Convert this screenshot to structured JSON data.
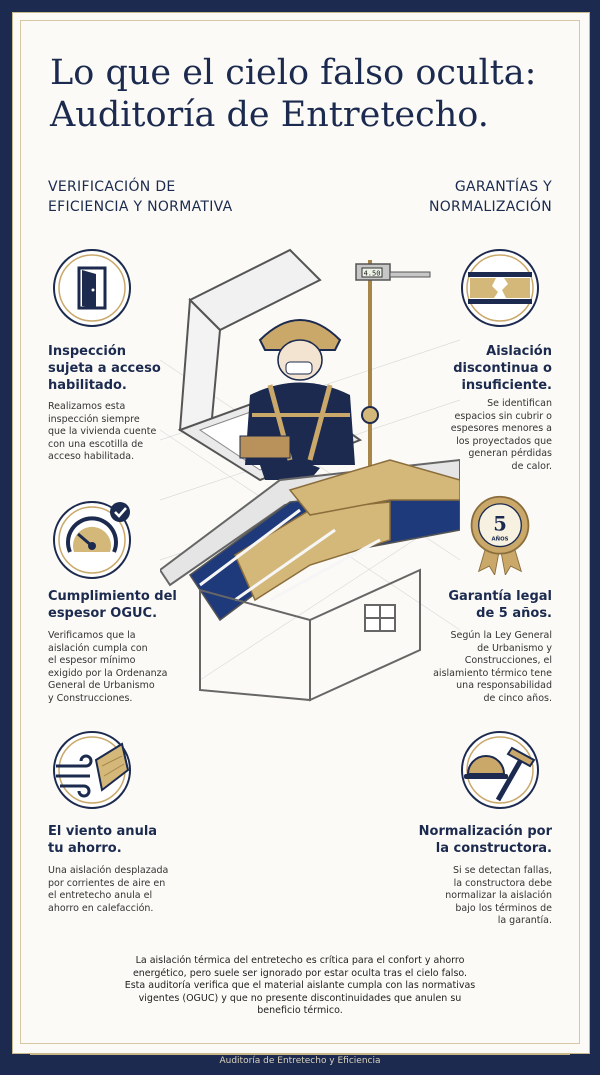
{
  "title": {
    "line1": "Lo que el cielo falso oculta:",
    "line2": "Auditoría de Entretecho."
  },
  "left_heading": {
    "line1": "VERIFICACIÓN DE",
    "line2": "EFICIENCIA Y NORMATIVA"
  },
  "right_heading": {
    "line1": "GARANTÍAS Y",
    "line2": "NORMALIZACIÓN"
  },
  "features_left": [
    {
      "icon": "door-access-icon",
      "title": [
        "Inspección",
        "sujeta a acceso",
        "habilitado."
      ],
      "text": [
        "Realizamos esta",
        "inspección siempre",
        "que la vivienda cuente",
        "con una escotilla de",
        "acceso habilitada."
      ]
    },
    {
      "icon": "gauge-check-icon",
      "title": [
        "Cumplimiento del",
        "espesor OGUC."
      ],
      "text": [
        "Verificamos que la",
        "aislación cumpla con",
        "el espesor mínimo",
        "exigido por la Ordenanza",
        "General de Urbanismo",
        "y Construcciones."
      ]
    },
    {
      "icon": "wind-insulation-icon",
      "title": [
        "El viento anula",
        "tu ahorro."
      ],
      "text": [
        "Una aislación desplazada",
        "por corrientes de aire en",
        "el entretecho anula el",
        "ahorro en calefacción."
      ]
    }
  ],
  "features_right": [
    {
      "icon": "broken-insulation-icon",
      "title": [
        "Aislación",
        "discontinua o",
        "insuficiente."
      ],
      "text": [
        "Se identifican",
        "espacios sin cubrir o",
        "espesores menores a",
        "los proyectados que",
        "generan pérdidas",
        "de calor."
      ]
    },
    {
      "icon": "warranty-badge-icon",
      "badge_number": "5",
      "badge_label": "AÑOS",
      "title": [
        "Garantía legal",
        "de 5 años."
      ],
      "text": [
        "Según la Ley General",
        "de Urbanismo y",
        "Construcciones, el",
        "aislamiento térmico tene",
        "una responsabilidad",
        "de cinco años."
      ]
    },
    {
      "icon": "helmet-hammer-icon",
      "title": [
        "Normalización por",
        "la constructora."
      ],
      "text": [
        "Si se detectan fallas,",
        "la constructora debe",
        "normalizar la aislación",
        "bajo los términos de",
        "la garantía."
      ]
    }
  ],
  "caliper_readout": "4.50",
  "summary": [
    "La aislación térmica del entretecho es crítica para el confort y ahorro",
    "energético, pero suele ser ignorado por estar oculta tras el cielo falso.",
    "Esta auditoría verifica que el material aislante cumpla con las normativas",
    "vigentes (OGUC) y que no presente discontinuidades que anulen su",
    "beneficio térmico."
  ],
  "footer": "Auditoría de Entretecho y Eficiencia",
  "colors": {
    "navy": "#1b2a4e",
    "gold": "#c9a86a",
    "insulation": "#d4b87a",
    "background": "#fbfaf6"
  }
}
